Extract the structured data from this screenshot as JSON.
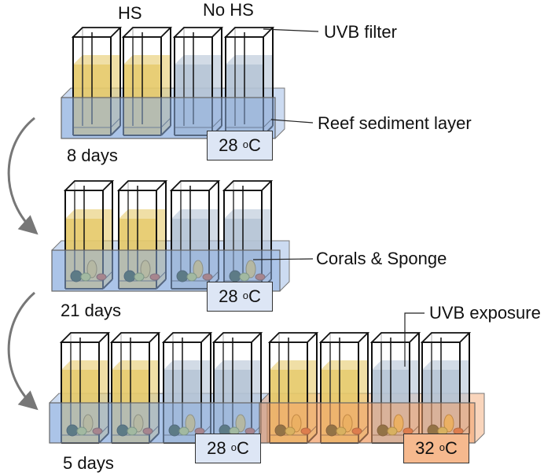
{
  "header": {
    "group_hs": "HS",
    "group_no_hs": "No HS"
  },
  "callouts": {
    "uvb_filter": "UVB filter",
    "sediment": "Reef sediment layer",
    "corals": "Corals & Sponge",
    "uvb_exposure": "UVB exposure"
  },
  "durations": {
    "phase1": "8 days",
    "phase2": "21 days",
    "phase3": "5 days"
  },
  "temps": {
    "phase1_value": "28",
    "phase2_value": "28",
    "phase3_control_value": "28",
    "phase3_heat_value": "32",
    "unit_degree": "o",
    "unit_letter": "C"
  },
  "colors": {
    "hs_water": "#e6c96a",
    "nohs_water": "#b4c3d5",
    "bath_control": "#8fb0e0",
    "bath_heat": "#f2a26b",
    "temp_box_control": "#dde6f5",
    "temp_box_heat": "#f6b98e"
  }
}
